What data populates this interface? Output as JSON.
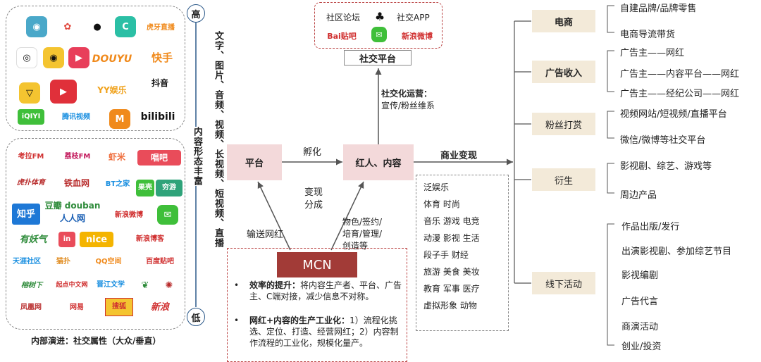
{
  "left_panel": {
    "high_label": "高",
    "low_label": "低",
    "vertical_text_1": "内容形态丰富",
    "vertical_text_2": "文字、图片、音频、视频、长视频、短视频、直播",
    "footer": "内部演进：社交属性（大众/垂直）",
    "top_logos": [
      "快手",
      "抖音",
      "YY娱乐",
      "DOUYU",
      "虎牙直播",
      "腾讯视频",
      "bilibili",
      "iQIYI"
    ],
    "bottom_logos": [
      "考拉FM",
      "荔枝FM",
      "虾米",
      "唱吧",
      "虎扑体育",
      "铁血网",
      "BT之家",
      "果壳",
      "穷游",
      "知乎",
      "豆瓣 douban",
      "人人网",
      "新浪微博",
      "有妖气",
      "in",
      "nice",
      "新浪博客",
      "天涯社区",
      "猫扑",
      "QQ空间",
      "百度贴吧",
      "榕树下",
      "起点中文网",
      "晋江文学",
      "凤凰网",
      "网易",
      "搜狐",
      "新浪"
    ]
  },
  "social": {
    "forum_label": "社区论坛",
    "app_label": "社交APP",
    "baidu": "Bai贴吧",
    "weibo": "新浪微博",
    "box_label": "社交平台",
    "ops_title": "社交化运营：",
    "ops_text": "宣传/粉丝维系"
  },
  "center": {
    "platform": "平台",
    "influencer": "红人、内容",
    "incubate": "孵化",
    "realize": "变现",
    "share": "分成",
    "deliver": "输送网红",
    "services": [
      "物色/签约/",
      "培育/管理/",
      "创造等"
    ],
    "commercial": "商业变现",
    "mcn": "MCN"
  },
  "categories": [
    "泛娱乐",
    "体育 时尚",
    "音乐 游戏 电竞",
    "动漫 影视 生活",
    "段子手 财经",
    "旅游 美食 美妆",
    "教育 军事 医疗",
    "虚拟形象 动物"
  ],
  "bullets": [
    {
      "head": "效率的提升：",
      "body": "将内容生产者、平台、广告主、C端对接，减少信息不对称。"
    },
    {
      "head": "网红+内容的生产工业化：",
      "body": "1）流程化挑选、定位、打造、经营网红；2）内容制作流程的工业化，规模化量产。"
    }
  ],
  "right": {
    "groups": [
      {
        "label": "电商",
        "items": [
          "自建品牌/品牌零售",
          "电商导流带货"
        ]
      },
      {
        "label": "广告收入",
        "items": [
          "广告主——网红",
          "广告主——内容平台——网红",
          "广告主——经纪公司——网红"
        ]
      },
      {
        "label": "粉丝打赏",
        "items": [
          "视频网站/短视频/直播平台",
          "微信/微博等社交平台"
        ]
      },
      {
        "label": "衍生",
        "items": [
          "影视剧、综艺、游戏等",
          "周边产品"
        ]
      },
      {
        "label": "线下活动",
        "items": [
          "作品出版/发行",
          "出演影视剧、参加综艺节目",
          "影视编剧",
          "广告代言",
          "商演活动",
          "创业/投资"
        ]
      }
    ]
  },
  "colors": {
    "pink_box": "#f3d9da",
    "beige_box": "#f3ead9",
    "mcn": "#a23b37",
    "arrow": "#555555",
    "blue_line": "#2d5a8a"
  }
}
